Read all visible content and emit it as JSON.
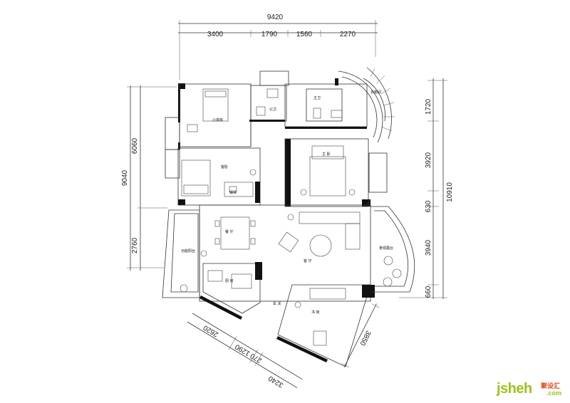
{
  "dimensions": {
    "top_total": "9420",
    "top_segments": [
      "3400",
      "1790",
      "1560",
      "2270"
    ],
    "left_outer": "9040",
    "left_inner": [
      "6060",
      "2760"
    ],
    "right_outer": "10910",
    "right_inner": [
      "1720",
      "3920",
      "630",
      "3940",
      "660"
    ],
    "bottom_segments": [
      "2620",
      "1290",
      "270",
      "3240"
    ],
    "bottom_right": "3850"
  },
  "rooms": {
    "kids_room": "小孩房",
    "guest_room": "客卧",
    "piano": "钢琴",
    "master_bath": "主卫",
    "public_bath": "公卫",
    "cloakroom": "衣帽间",
    "master_bedroom": "主 卧",
    "dining": "餐 厅",
    "living": "客 厅",
    "utility_balcony": "功能阳台",
    "kitchen": "厨 房",
    "entrance": "玄 关",
    "study": "书 房",
    "view_balcony": "景观露台"
  },
  "logo": {
    "en": "jsheh",
    "cn": "聚设汇",
    "com": ".com",
    "en_color": "#9cc21b",
    "cn_color": "#e24a1d"
  }
}
